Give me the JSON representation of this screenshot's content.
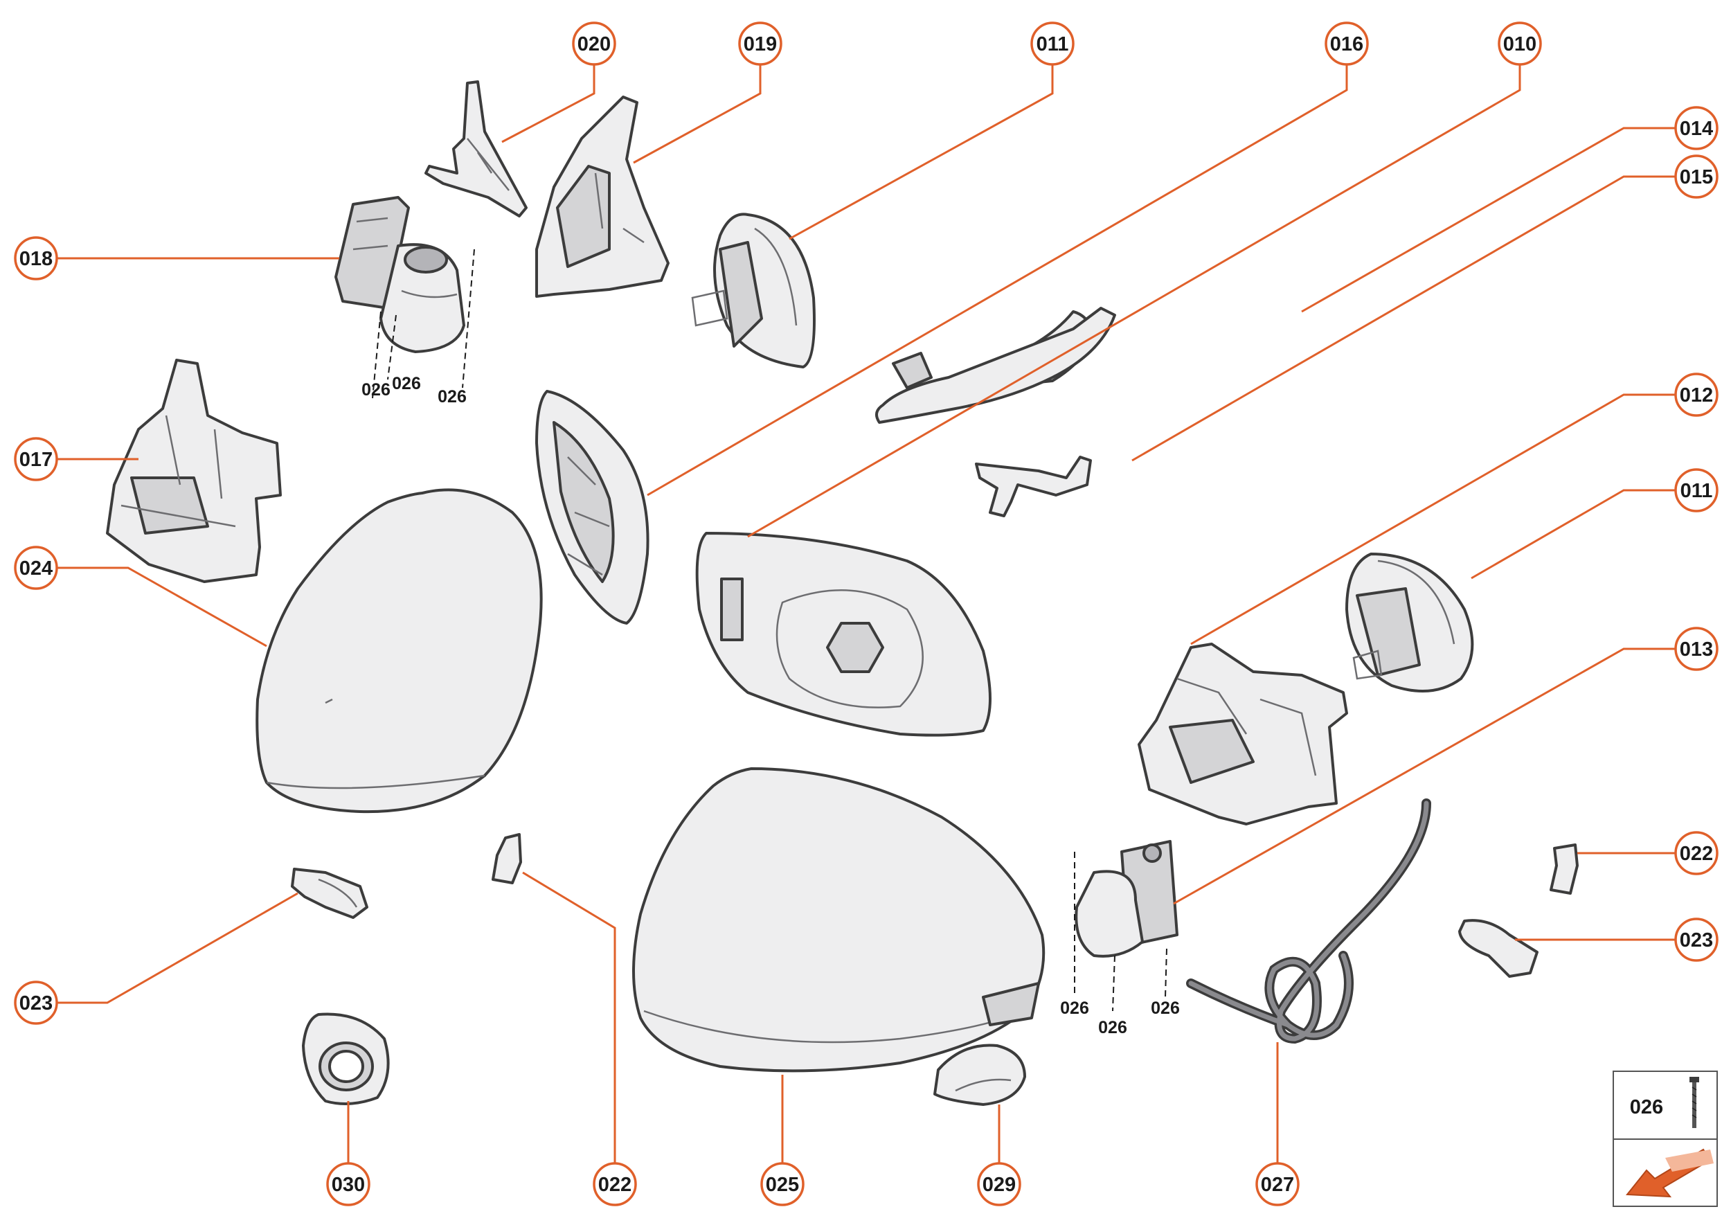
{
  "callouts": [
    {
      "id": "c020",
      "label": "020"
    },
    {
      "id": "c019",
      "label": "019"
    },
    {
      "id": "c011a",
      "label": "011"
    },
    {
      "id": "c016",
      "label": "016"
    },
    {
      "id": "c010",
      "label": "010"
    },
    {
      "id": "c014",
      "label": "014"
    },
    {
      "id": "c015",
      "label": "015"
    },
    {
      "id": "c018",
      "label": "018"
    },
    {
      "id": "c017",
      "label": "017"
    },
    {
      "id": "c024",
      "label": "024"
    },
    {
      "id": "c012",
      "label": "012"
    },
    {
      "id": "c011b",
      "label": "011"
    },
    {
      "id": "c013",
      "label": "013"
    },
    {
      "id": "c022a",
      "label": "022"
    },
    {
      "id": "c023a",
      "label": "023"
    },
    {
      "id": "c023b",
      "label": "023"
    },
    {
      "id": "c030",
      "label": "030"
    },
    {
      "id": "c022b",
      "label": "022"
    },
    {
      "id": "c025",
      "label": "025"
    },
    {
      "id": "c029",
      "label": "029"
    },
    {
      "id": "c027",
      "label": "027"
    }
  ],
  "screw_labels": [
    "026",
    "026",
    "026",
    "026",
    "026",
    "026"
  ],
  "legend": {
    "part_label": "026"
  },
  "colors": {
    "accent": "#e0602a",
    "outline": "#3c3c3c",
    "fill": "#eeeeef"
  }
}
